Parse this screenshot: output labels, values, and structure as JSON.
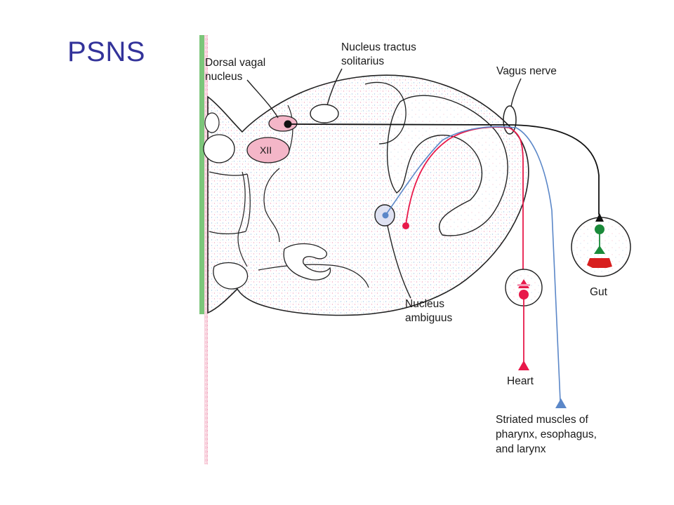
{
  "slide": {
    "title": "PSNS"
  },
  "diagram": {
    "labels": {
      "dorsal_vagal_line1": "Dorsal vagal",
      "dorsal_vagal_line2": "nucleus",
      "nts_line1": "Nucleus tractus",
      "nts_line2": "solitarius",
      "vagus_nerve": "Vagus nerve",
      "hypoglossal": "XII",
      "ambiguus_line1": "Nucleus",
      "ambiguus_line2": "ambiguus",
      "gut": "Gut",
      "heart": "Heart",
      "striated_line1": "Striated muscles of",
      "striated_line2": "pharynx, esophagus,",
      "striated_line3": "and larynx"
    },
    "colors": {
      "outline": "#222222",
      "heart_pathway": "#e8194a",
      "striated_pathway": "#5b87c8",
      "gut_pathway": "#111111",
      "gut_ganglion_green": "#1a8a3a",
      "gut_effector_red": "#d81e1e",
      "midline_green": "#7cc67a",
      "midline_pink": "#f0a8c0",
      "nucleus_fill": "#f4b6c8"
    }
  }
}
